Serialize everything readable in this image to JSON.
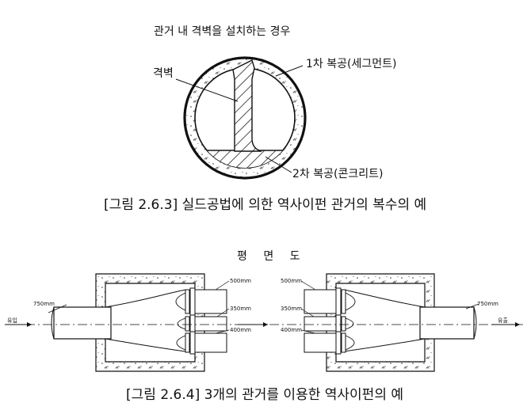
{
  "figure1": {
    "title": "관거 내 격벽을 설치하는 경우",
    "wall_label": "격벽",
    "primary_lining_label": "1차 복공(세그먼트)",
    "secondary_lining_label": "2차 복공(콘크리트)",
    "caption": "[그림 2.6.3] 실드공법에 의한 역사이펀 관거의 복수의 예"
  },
  "figure2": {
    "title": "평 면 도",
    "pipe_labels_left": [
      "500mm",
      "350mm",
      "400mm"
    ],
    "pipe_labels_right": [
      "500mm",
      "350mm",
      "400mm"
    ],
    "inlet_size": "750mm",
    "outlet_size": "750mm",
    "inflow_label": "유입",
    "outflow_label": "유출",
    "caption": "[그림 2.6.4] 3개의 관거를 이용한 역사이펀의 예"
  }
}
